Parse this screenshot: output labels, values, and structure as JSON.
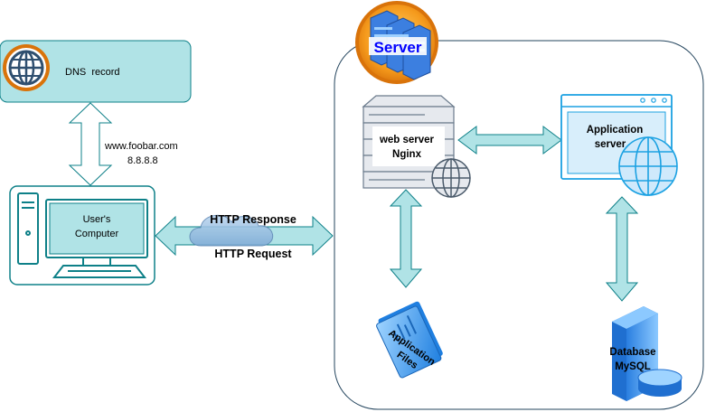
{
  "dns": {
    "label": "DNS  record"
  },
  "lookup": {
    "domain": "www.foobar.com",
    "ip": "8.8.8.8"
  },
  "user_computer": {
    "line1": "User's",
    "line2": "Computer"
  },
  "http": {
    "response": "HTTP Response",
    "request": "HTTP Request"
  },
  "server": {
    "badge": "Server"
  },
  "web_server": {
    "line1": "web server",
    "line2": "Nginx"
  },
  "app_server": {
    "line1": "Application",
    "line2": "server"
  },
  "app_files": {
    "line1": "Application",
    "line2": "Files"
  },
  "database": {
    "line1": "Database",
    "line2": "MySQL"
  },
  "colors": {
    "box_fill": "#b0e3e6",
    "box_stroke": "#0e8088",
    "arrow_fill": "#b0e3e6",
    "arrow_stroke": "#0e8088",
    "server_border": "#23445d",
    "badge_blue": "#0000ff",
    "icon_blue": "#1ba1e2"
  }
}
